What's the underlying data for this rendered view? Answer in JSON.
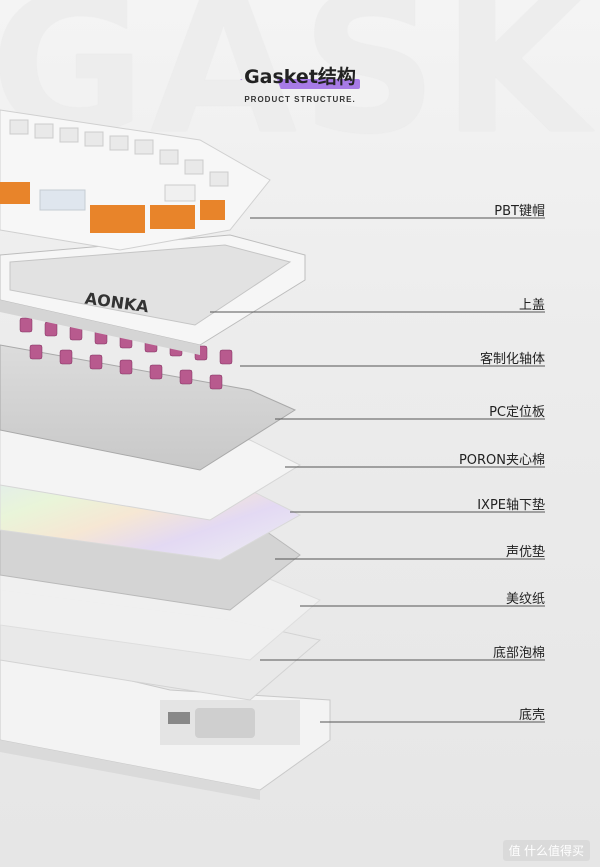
{
  "background_word": "GASK",
  "header": {
    "title": "Gasket结构",
    "subtitle": "PRODUCT STRUCTURE.",
    "highlight_color": "#a77be6"
  },
  "logo_text": "AONKA",
  "layers": [
    {
      "label": "PBT键帽"
    },
    {
      "label": "上盖"
    },
    {
      "label": "客制化轴体"
    },
    {
      "label": "PC定位板"
    },
    {
      "label": "PORON夹心棉"
    },
    {
      "label": "IXPE轴下垫"
    },
    {
      "label": "声优垫"
    },
    {
      "label": "美纹纸"
    },
    {
      "label": "底部泡棉"
    },
    {
      "label": "底壳"
    }
  ],
  "colors": {
    "accent_orange": "#e8842a",
    "switch_purple": "#a0487a",
    "plate_gray": "#cfcfcf"
  },
  "watermark": "值 什么值得买"
}
